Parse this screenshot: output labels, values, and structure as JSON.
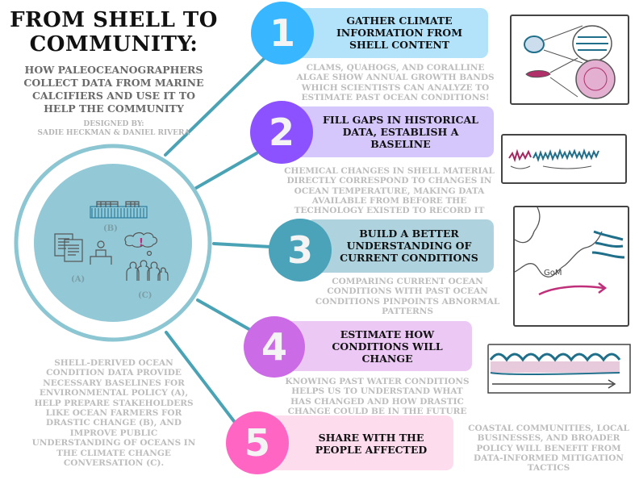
{
  "header": {
    "title_lines": [
      "FROM SHELL TO",
      "COMMUNITY:"
    ],
    "subtitle_lines": [
      "HOW PALEOCEANOGRAPHERS",
      "COLLECT DATA FROM MARINE",
      "CALCIFIERS AND USE IT TO",
      "HELP THE COMMUNITY"
    ],
    "credit_lines": [
      "DESIGNED BY:",
      "SADIE HECKMAN & DANIEL RIVERA"
    ]
  },
  "community_circle": {
    "labels": {
      "a": "(A)",
      "b": "(B)",
      "c": "(C)"
    },
    "alert_mark": "!"
  },
  "community_text_lines": [
    "SHELL-DERIVED OCEAN",
    "CONDITION DATA PROVIDE",
    "NECESSARY BASELINES FOR",
    "ENVIRONMENTAL POLICY (A),",
    "HELP PREPARE STAKEHOLDERS",
    "LIKE OCEAN FARMERS FOR",
    "DRASTIC CHANGE (B), AND",
    "IMPROVE PUBLIC",
    "UNDERSTANDING OF OCEANS IN",
    "THE CLIMATE CHANGE",
    "CONVERSATION (C)."
  ],
  "steps": [
    {
      "number": "1",
      "color": "#38b6ff",
      "box_color": "#b3e3fb",
      "title_lines": [
        "GATHER CLIMATE",
        "INFORMATION FROM",
        "SHELL CONTENT"
      ],
      "desc_lines": [
        "CLAMS, QUAHOGS, AND CORALLINE",
        "ALGAE SHOW ANNUAL GROWTH BANDS",
        "WHICH SCIENTISTS CAN ANALYZE TO",
        "ESTIMATE PAST OCEAN CONDITIONS!"
      ]
    },
    {
      "number": "2",
      "color": "#8c52ff",
      "box_color": "#d5c6fb",
      "title_lines": [
        "FILL GAPS IN HISTORICAL",
        "DATA, ESTABLISH A",
        "BASELINE"
      ],
      "desc_lines": [
        "CHEMICAL CHANGES IN SHELL MATERIAL",
        "DIRECTLY CORRESPOND TO CHANGES IN",
        "OCEAN TEMPERATURE, MAKING DATA",
        "AVAILABLE FROM BEFORE THE",
        "TECHNOLOGY EXISTED TO RECORD IT"
      ]
    },
    {
      "number": "3",
      "color": "#4aa3b8",
      "box_color": "#aed3df",
      "title_lines": [
        "BUILD A BETTER",
        "UNDERSTANDING OF",
        "CURRENT CONDITIONS"
      ],
      "desc_lines": [
        "COMPARING CURRENT OCEAN",
        "CONDITIONS WITH PAST OCEAN",
        "CONDITIONS PINPOINTS ABNORMAL",
        "PATTERNS"
      ]
    },
    {
      "number": "4",
      "color": "#cb6ce6",
      "box_color": "#ecc9f4",
      "title_lines": [
        "ESTIMATE HOW",
        "CONDITIONS WILL",
        "CHANGE"
      ],
      "desc_lines": [
        "KNOWING PAST WATER CONDITIONS",
        "HELPS US TO UNDERSTAND WHAT",
        "HAS CHANGED AND HOW DRASTIC",
        "CHANGE COULD BE IN THE FUTURE"
      ]
    },
    {
      "number": "5",
      "color": "#ff66c4",
      "box_color": "#fddcee",
      "title_lines": [
        "SHARE WITH THE",
        "PEOPLE AFFECTED"
      ],
      "desc_lines": [
        "COASTAL COMMUNITIES, LOCAL",
        "BUSINESSES, AND BROADER",
        "POLICY WILL BENEFIT FROM",
        "DATA-INFORMED MITIGATION",
        "TACTICS"
      ]
    }
  ],
  "sketch_map": {
    "label": "GoM"
  }
}
